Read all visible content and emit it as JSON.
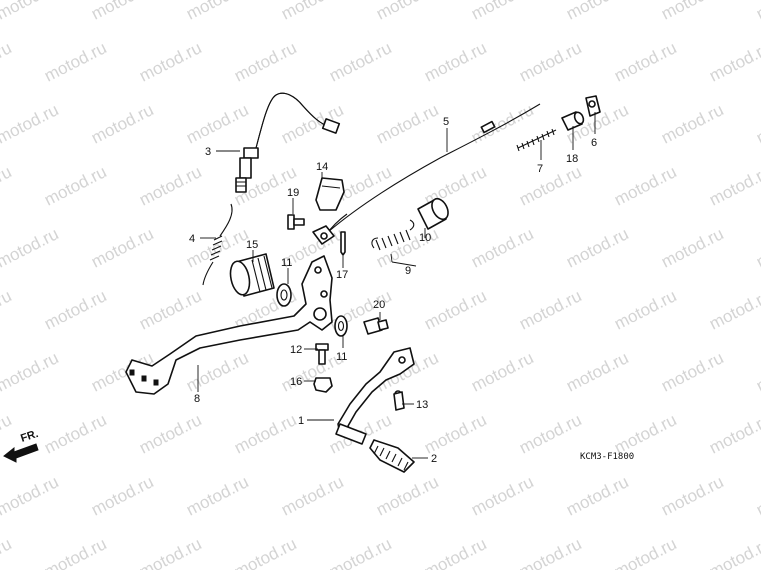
{
  "watermark": {
    "text": "motod.ru",
    "color": "#d4d4d4"
  },
  "diagram_code": "KCM3-F1800",
  "direction_label": "FR.",
  "callouts": [
    {
      "id": "c1",
      "text": "1"
    },
    {
      "id": "c2",
      "text": "2"
    },
    {
      "id": "c3",
      "text": "3"
    },
    {
      "id": "c4",
      "text": "4"
    },
    {
      "id": "c5",
      "text": "5"
    },
    {
      "id": "c6",
      "text": "6"
    },
    {
      "id": "c7",
      "text": "7"
    },
    {
      "id": "c8",
      "text": "8"
    },
    {
      "id": "c9",
      "text": "9"
    },
    {
      "id": "c10",
      "text": "10"
    },
    {
      "id": "c11a",
      "text": "11"
    },
    {
      "id": "c11b",
      "text": "11"
    },
    {
      "id": "c12",
      "text": "12"
    },
    {
      "id": "c13",
      "text": "13"
    },
    {
      "id": "c14",
      "text": "14"
    },
    {
      "id": "c15",
      "text": "15"
    },
    {
      "id": "c16",
      "text": "16"
    },
    {
      "id": "c17",
      "text": "17"
    },
    {
      "id": "c18",
      "text": "18"
    },
    {
      "id": "c19",
      "text": "19"
    },
    {
      "id": "c20",
      "text": "20"
    }
  ]
}
